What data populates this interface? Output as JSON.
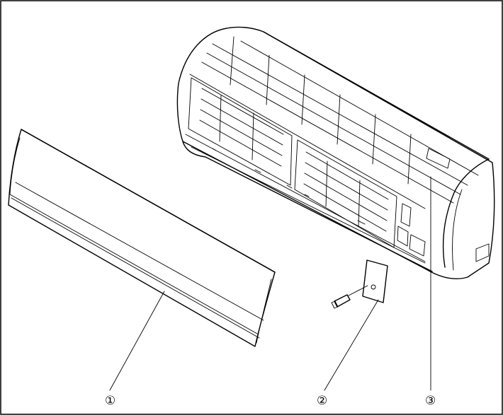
{
  "figure": {
    "callouts": [
      {
        "id": "front-panel",
        "text": "①"
      },
      {
        "id": "fixing-plate",
        "text": "②"
      },
      {
        "id": "indoor-unit",
        "text": "③"
      }
    ]
  }
}
